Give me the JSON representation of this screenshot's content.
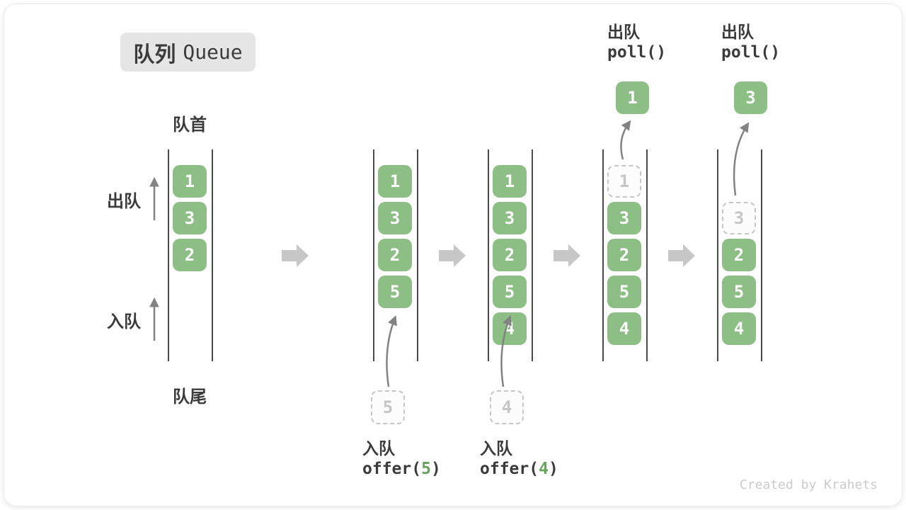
{
  "title": {
    "zh": "队列",
    "en": "Queue"
  },
  "labels": {
    "head": "队首",
    "tail": "队尾",
    "dequeue": "出队",
    "enqueue": "入队"
  },
  "queues": [
    {
      "cells": [
        {
          "slot": 0,
          "value": "1",
          "dashed": false
        },
        {
          "slot": 1,
          "value": "3",
          "dashed": false
        },
        {
          "slot": 2,
          "value": "2",
          "dashed": false
        }
      ]
    },
    {
      "cells": [
        {
          "slot": 0,
          "value": "1",
          "dashed": false
        },
        {
          "slot": 1,
          "value": "3",
          "dashed": false
        },
        {
          "slot": 2,
          "value": "2",
          "dashed": false
        },
        {
          "slot": 3,
          "value": "5",
          "dashed": false
        }
      ],
      "pending": "5"
    },
    {
      "cells": [
        {
          "slot": 0,
          "value": "1",
          "dashed": false
        },
        {
          "slot": 1,
          "value": "3",
          "dashed": false
        },
        {
          "slot": 2,
          "value": "2",
          "dashed": false
        },
        {
          "slot": 3,
          "value": "5",
          "dashed": false
        },
        {
          "slot": 4,
          "value": "4",
          "dashed": false
        }
      ],
      "pending": "4"
    },
    {
      "cells": [
        {
          "slot": 0,
          "value": "1",
          "dashed": true
        },
        {
          "slot": 1,
          "value": "3",
          "dashed": false
        },
        {
          "slot": 2,
          "value": "2",
          "dashed": false
        },
        {
          "slot": 3,
          "value": "5",
          "dashed": false
        },
        {
          "slot": 4,
          "value": "4",
          "dashed": false
        }
      ],
      "popped": "1"
    },
    {
      "cells": [
        {
          "slot": 1,
          "value": "3",
          "dashed": true
        },
        {
          "slot": 2,
          "value": "2",
          "dashed": false
        },
        {
          "slot": 3,
          "value": "5",
          "dashed": false
        },
        {
          "slot": 4,
          "value": "4",
          "dashed": false
        }
      ],
      "popped": "3"
    }
  ],
  "captions": [
    {
      "zh": "入队",
      "code_before": "offer(",
      "code_arg": "5",
      "code_after": ")"
    },
    {
      "zh": "入队",
      "code_before": "offer(",
      "code_arg": "4",
      "code_after": ")"
    },
    {
      "zh": "出队",
      "code_before": "poll()",
      "code_arg": "",
      "code_after": ""
    },
    {
      "zh": "出队",
      "code_before": "poll()",
      "code_arg": "",
      "code_after": ""
    }
  ],
  "watermark": "Created by Krahets",
  "colors": {
    "box_green": "#8dbe85",
    "arg_green": "#67a35f",
    "arrow_gray": "#828282",
    "block_arrow_gray": "#c7c7c7",
    "dashed_gray": "#c6c6c6",
    "text_dark": "#3b3b3b",
    "title_bg": "#e5e5e5",
    "watermark_gray": "#cbcbcb"
  }
}
